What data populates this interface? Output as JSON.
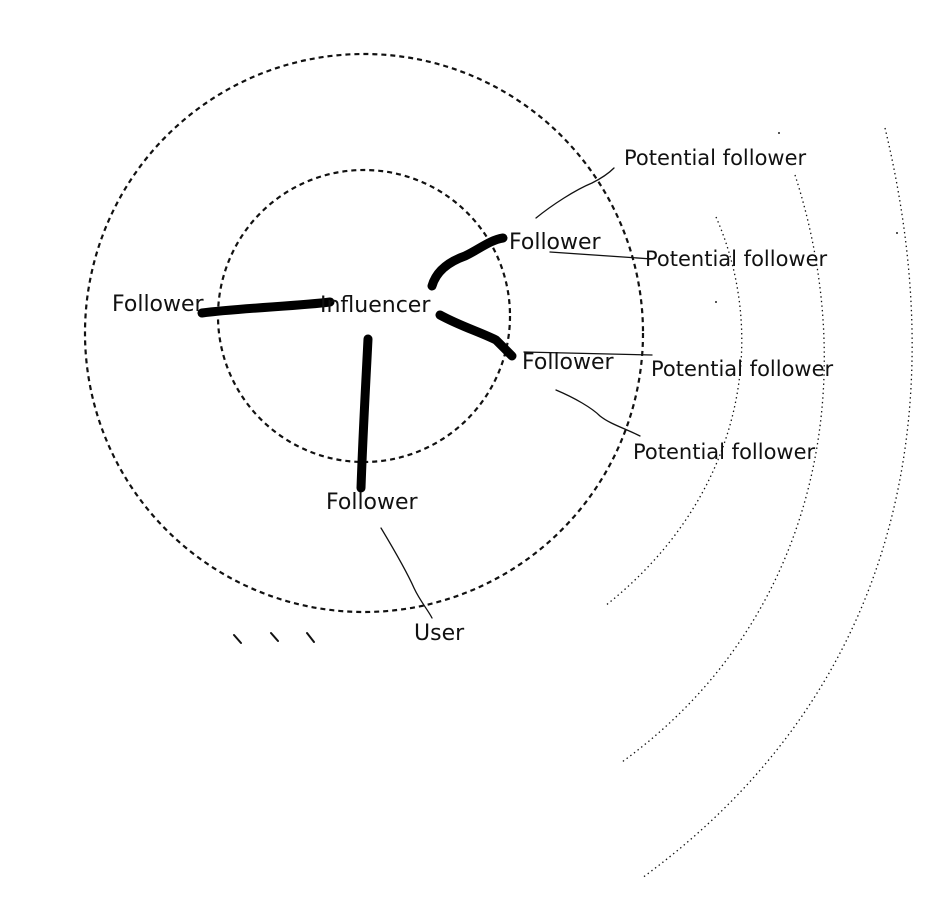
{
  "diagram": {
    "center_label": "Influencer",
    "followers": {
      "left": "Follower",
      "upper_right": "Follower",
      "right": "Follower",
      "bottom": "Follower"
    },
    "potential_followers": {
      "first": "Potential follower",
      "second": "Potential follower",
      "third": "Potential follower",
      "fourth": "Potential follower"
    },
    "user_label": "User"
  }
}
